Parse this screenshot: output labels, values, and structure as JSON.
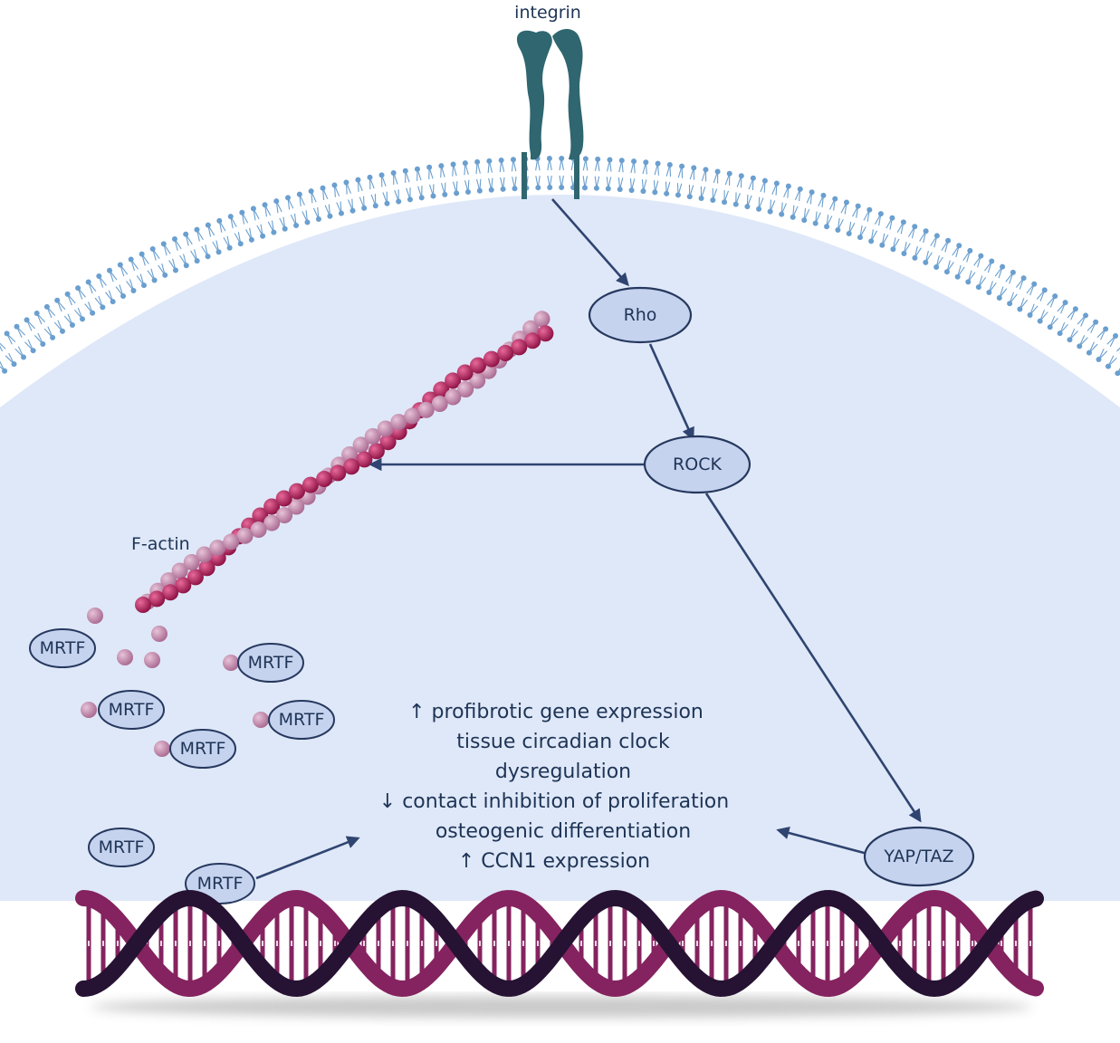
{
  "labels": {
    "integrin": "integrin",
    "rho": "Rho",
    "rock": "ROCK",
    "f_actin": "F-actin",
    "yap_taz": "YAP/TAZ",
    "mrtf": "MRTF"
  },
  "outcomes": [
    "↑ profibrotic gene expression",
    "tissue circadian clock",
    "dysregulation",
    "↓ contact inhibition of proliferation",
    "osteogenic differentiation",
    "↑ CCN1 expression"
  ],
  "colors": {
    "cytoplasm": "#dfe8f8",
    "membrane": "#6a9fcf",
    "oval_fill": "#c5d3ef",
    "oval_stroke": "#26385e",
    "arrow": "#2f4470",
    "integrin": "#2f6670",
    "actin_dark": "#a3164f",
    "actin_light": "#c489ac",
    "dna_dark": "#261233",
    "dna_light": "#84235f"
  }
}
